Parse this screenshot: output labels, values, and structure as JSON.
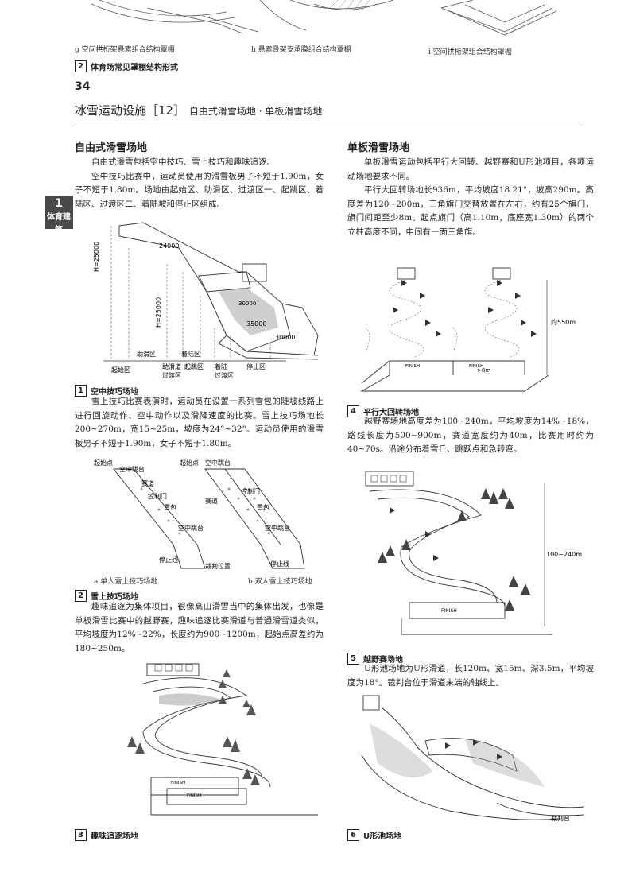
{
  "top_captions": {
    "g": "g 空间拱桁架悬索组合结构罩棚",
    "h": "h 悬索骨架支承膜组合结构罩棚",
    "i": "i 空间拱桁架组合结构罩棚"
  },
  "top_figure": {
    "num": "2",
    "caption": "体育场常见罩棚结构形式"
  },
  "page_number": "34",
  "header": {
    "title": "冰雪运动设施［12］",
    "subtitle": "自由式滑雪场地 · 单板滑雪场地"
  },
  "side_tab": {
    "num": "1",
    "label": "体育建筑"
  },
  "left": {
    "heading": "自由式滑雪场地",
    "p1": "自由式滑雪包括空中技巧、雪上技巧和趣味追逐。",
    "p2": "空中技巧比赛中，运动员使用的滑雪板男子不短于1.90m，女子不短于1.80m。场地由起始区、助滑区、过渡区一、起跳区、着陆区、过渡区二、着陆坡和停止区组成。",
    "fig1": {
      "num": "1",
      "caption": "空中技巧场地",
      "labels": {
        "h1": "H=25000",
        "h2": "H=25000",
        "d1": "24000",
        "d2": "30000",
        "d3": "35000",
        "d4": "30000",
        "zone1": "起始区",
        "zone2": "助滑区",
        "zone3": "助滑道",
        "zone3b": "过渡区",
        "zone4": "起跳区",
        "zone5": "着陆区",
        "zone6": "着陆",
        "zone6b": "过渡区",
        "zone7": "停止区"
      }
    },
    "p3": "雪上技巧比赛表演时，运动员在设置一系列雪包的陡坡线路上进行回旋动作、空中动作以及滑降速度的比赛。雪上技巧场地长200~270m，宽15~25m，坡度为24°~32°。运动员使用的滑雪板男子不短于1.90m，女子不短于1.80m。",
    "fig2": {
      "num": "2",
      "caption": "雪上技巧场地",
      "sub_a": "a 单人雪上技巧场地",
      "sub_b": "b 双人雪上技巧场地",
      "labels": {
        "start": "起始点",
        "jump": "空中跳台",
        "course": "赛道",
        "gate": "控制门",
        "bump": "雪包",
        "jump2": "空中跳台",
        "stop": "停止线",
        "judge": "裁判位置"
      }
    },
    "p4": "趣味追逐为集体项目，很像高山滑雪当中的集体出发，也像是单板滑雪比赛中的越野赛，趣味追逐比赛滑道与普通滑雪道类似，平均坡度为12%~22%，长度约为900~1200m，起始点高差约为180~250m。",
    "fig3": {
      "num": "3",
      "caption": "趣味追逐场地",
      "finish": "FINISH"
    }
  },
  "right": {
    "heading": "单板滑雪场地",
    "p1": "单板滑雪运动包括平行大回转、越野赛和U形池项目，各项运动场地要求不同。",
    "p2": "平行大回转场地长936m，平均坡度18.21°，坡高290m。高度差为120~200m，三角旗门交替放置在左右，约有25个旗门，旗门间距至少8m。起点旗门（高1.10m，底座宽1.30m）的两个立柱高度不同，中间有一面三角旗。",
    "fig4": {
      "num": "4",
      "caption": "平行大回转场地",
      "dim": "约550m",
      "gap": ">8m",
      "finish": "FINISH"
    },
    "p3": "越野赛场地高度差为100~240m，平均坡度为14%~18%，路线长度为500~900m，赛道宽度约为40m，比赛用时约为40~70s。沿途分布着雪丘、跳跃点和急转弯。",
    "fig5": {
      "num": "5",
      "caption": "越野赛场地",
      "dim": "100~240m",
      "finish": "FINISH"
    },
    "p4": "U形池场地为U形滑道，长120m、宽15m、深3.5m，平均坡度为18°。裁判台位于滑道末端的轴线上。",
    "fig6": {
      "num": "6",
      "caption": "U形池场地",
      "judge": "裁判台"
    }
  }
}
